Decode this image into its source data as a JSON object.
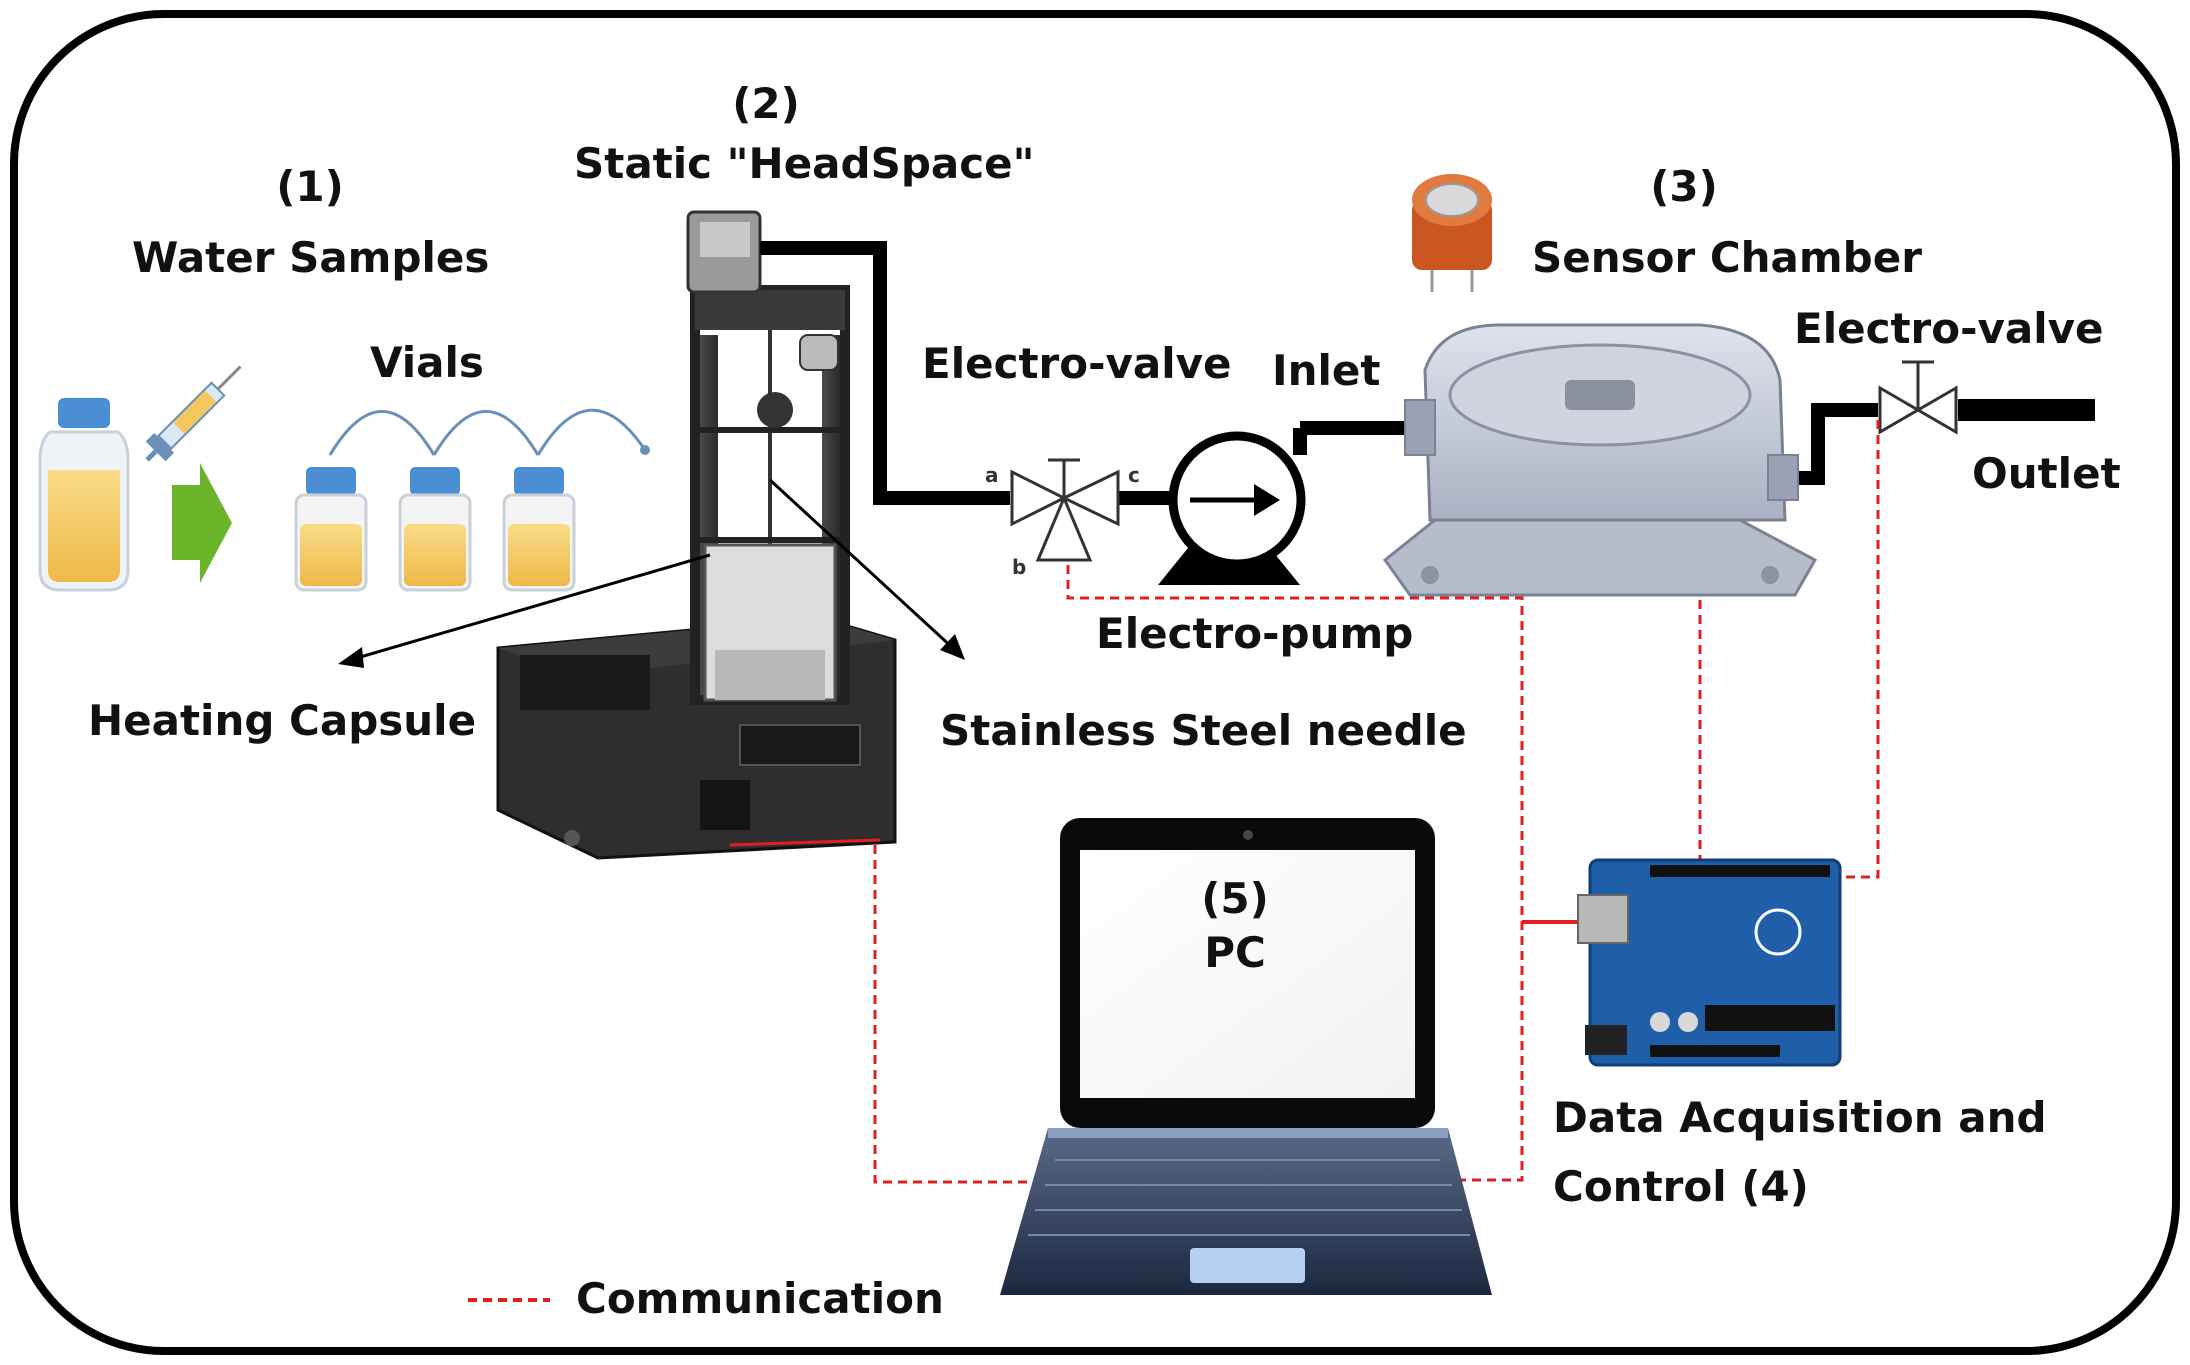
{
  "labels": {
    "n1": "(1)",
    "water_samples": "Water Samples",
    "vials": "Vials",
    "n2": "(2)",
    "static_headspace": "Static \"HeadSpace\"",
    "electro_valve_left": "Electro-valve",
    "inlet": "Inlet",
    "n3": "(3)",
    "sensor_chamber": "Sensor Chamber",
    "electro_valve_right": "Electro-valve",
    "outlet": "Outlet",
    "electro_pump": "Electro-pump",
    "heating_capsule": "Heating Capsule",
    "stainless_steel_needle": "Stainless Steel needle",
    "n5": "(5)",
    "pc": "PC",
    "daq_line1": "Data Acquisition and",
    "daq_line2": "Control (4)",
    "legend_communication": "Communication",
    "port_a": "a",
    "port_b": "b",
    "port_c": "c"
  },
  "colors": {
    "pipe": "#000000",
    "communication_line": "#e02020",
    "vial_liquid": "#f3c85c",
    "vial_cap": "#4a8fd4",
    "arrow_green": "#6ab52a",
    "board_blue": "#1f5ea8",
    "sensor_orange": "#d2602a",
    "chamber_gray": "#c5cad6"
  }
}
